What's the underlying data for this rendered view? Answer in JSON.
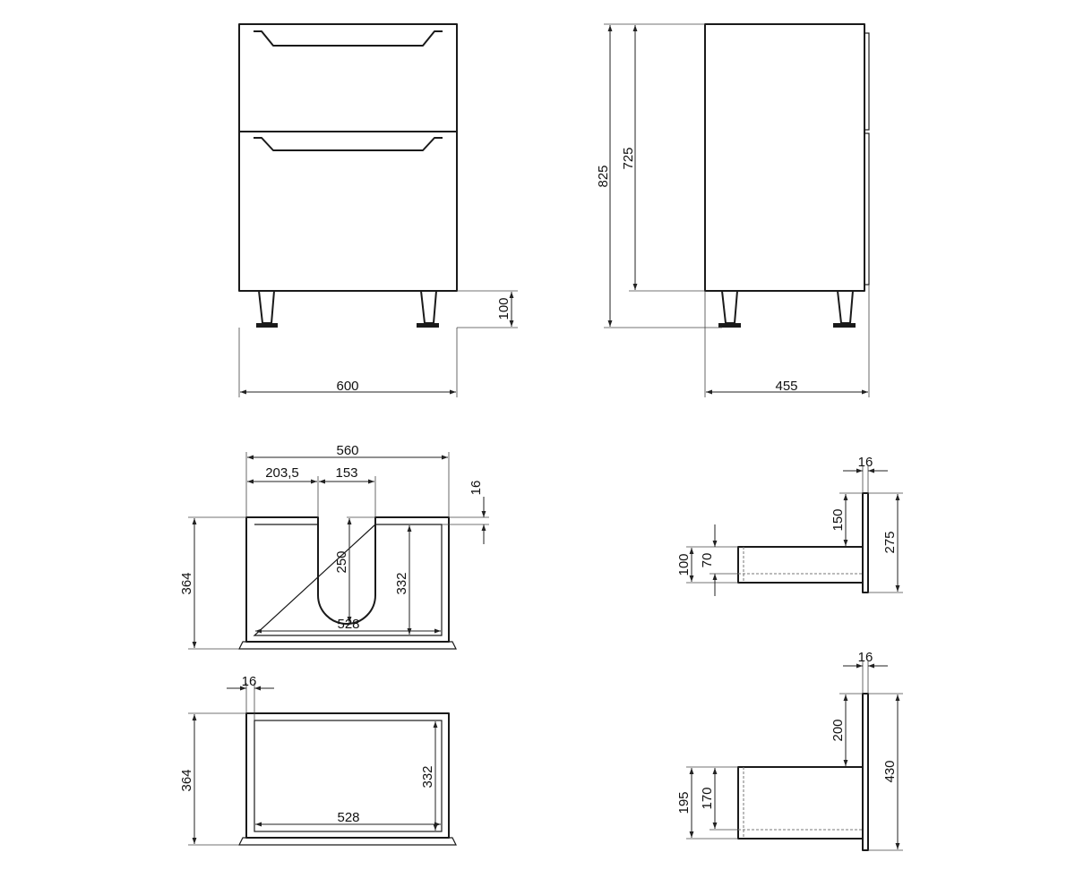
{
  "front_view": {
    "width_label": "600",
    "leg_height_label": "100"
  },
  "side_view": {
    "height_total_label": "825",
    "body_height_label": "725",
    "depth_label": "455"
  },
  "upper_drawer_plan": {
    "width_outer_label": "560",
    "cutout_offset_label": "203,5",
    "cutout_width_label": "153",
    "panel_thickness_label": "16",
    "depth_outer_label": "364",
    "cutout_depth_label": "250",
    "depth_inner_label": "332",
    "width_inner_label": "528"
  },
  "lower_drawer_plan": {
    "panel_thickness_label": "16",
    "depth_outer_label": "364",
    "depth_inner_label": "332",
    "width_inner_label": "528"
  },
  "upper_drawer_section": {
    "front_thickness_label": "16",
    "top_gap_label": "150",
    "front_height_label": "275",
    "box_height_label": "100",
    "side_height_label": "70"
  },
  "lower_drawer_section": {
    "front_thickness_label": "16",
    "top_gap_label": "200",
    "front_height_label": "430",
    "box_height_label": "195",
    "side_height_label": "170"
  }
}
